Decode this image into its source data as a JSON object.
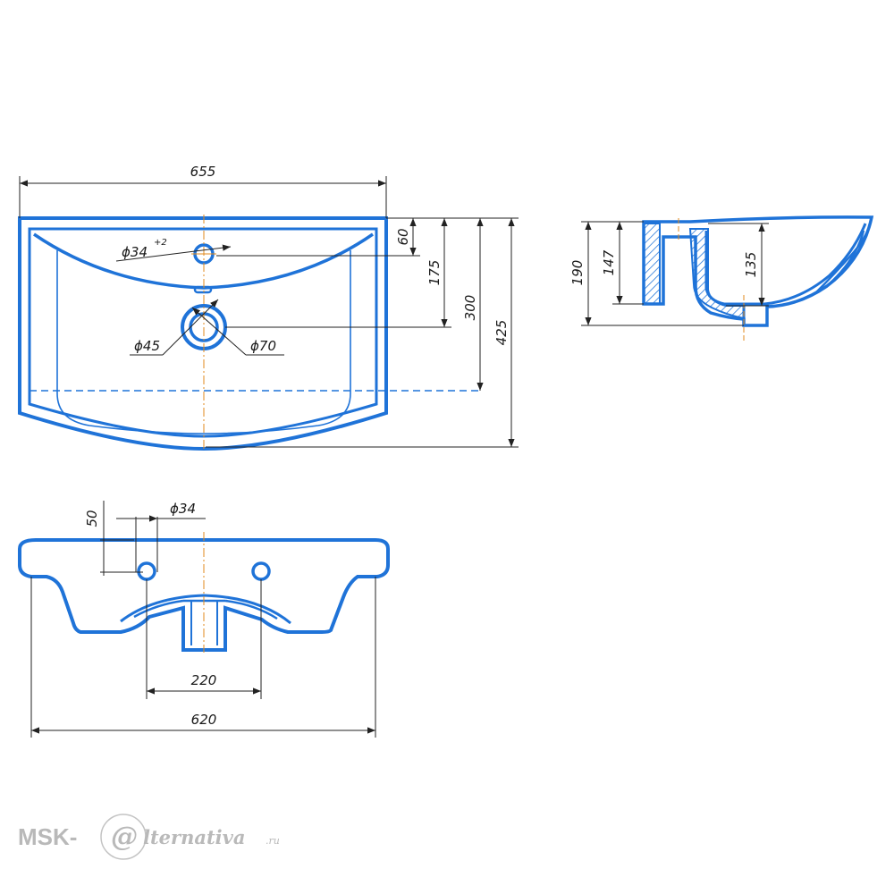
{
  "colors": {
    "outline": "#1f73d8",
    "dimension": "#222222",
    "centerline": "#e08a1c",
    "watermark": "#b9b9b9"
  },
  "top_view": {
    "width": "655",
    "depth_total": "425",
    "depth_drain": "300",
    "depth_tap": "175",
    "rim_tap": "60",
    "tap_hole": "ϕ34",
    "tap_hole_tol": "+2",
    "drain_inner": "ϕ45",
    "drain_outer": "ϕ70"
  },
  "side_view": {
    "height": "190",
    "inner_height": "147",
    "bowl_depth": "135"
  },
  "front_view": {
    "hole_offset": "50",
    "hole_diameter": "ϕ34",
    "hole_spacing": "220",
    "bottom_width": "620"
  },
  "watermark": {
    "prefix": "MSK-",
    "at_sign": "@",
    "script": "lternativa",
    "suffix": ".ru"
  }
}
